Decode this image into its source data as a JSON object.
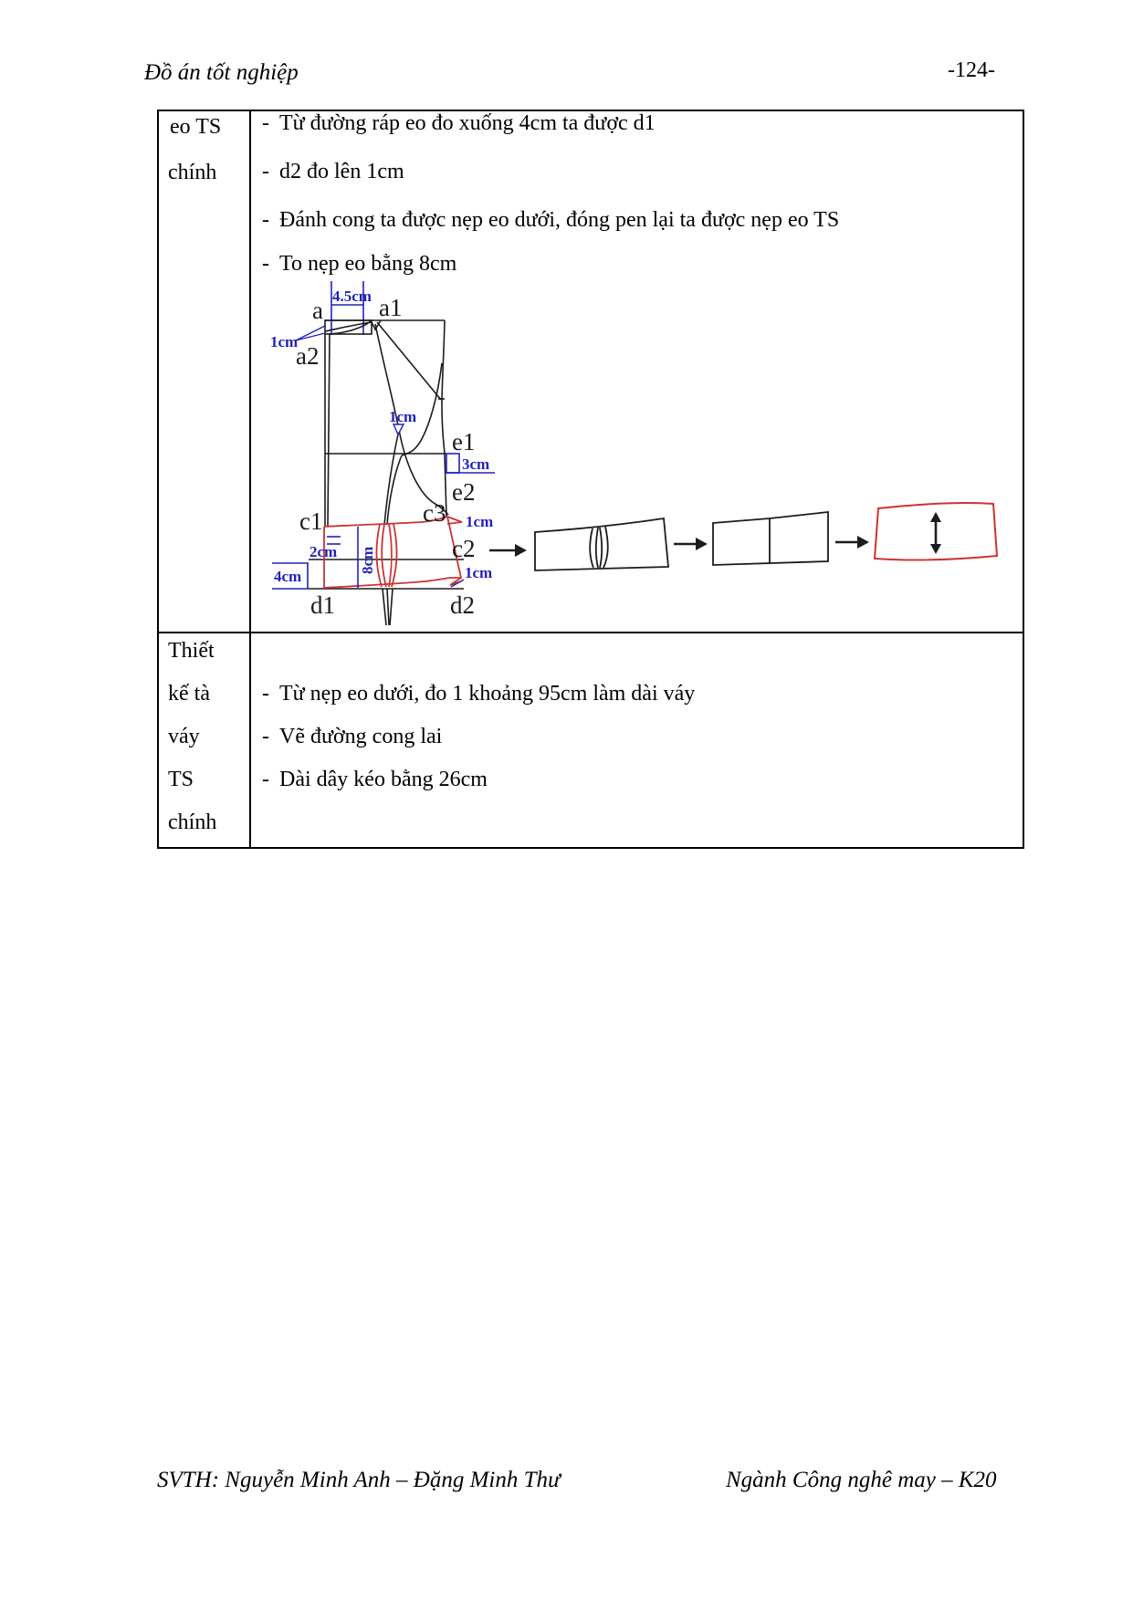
{
  "header": {
    "title": "Đồ án tốt nghiệp",
    "page_number": "-124-"
  },
  "footer": {
    "left": "SVTH: Nguyễn Minh Anh – Đặng Minh Thư",
    "right": "Ngành Công nghê may – K20"
  },
  "bullet_marker": "-",
  "table": {
    "rows": [
      {
        "label_lines": [
          "eo TS",
          "chính"
        ],
        "bullets": [
          "Từ đường ráp eo đo xuống 4cm ta được d1",
          "d2 đo lên 1cm",
          "Đánh cong ta được nẹp eo dưới, đóng pen lại ta được nẹp eo TS",
          "To nẹp eo bằng 8cm"
        ]
      },
      {
        "label_lines": [
          "Thiết",
          "kế tà",
          "váy",
          "TS",
          "chính"
        ],
        "bullets": [
          "Từ nẹp eo dưới, đo 1 khoảng 95cm làm dài váy",
          "Vẽ đường cong lai",
          "Dài dây kéo bằng 26cm"
        ]
      }
    ]
  },
  "diagram": {
    "labels": {
      "a": "a",
      "a1": "a1",
      "a2": "a2",
      "e1": "e1",
      "e2": "e2",
      "c1": "c1",
      "c2": "c2",
      "c3": "c3",
      "d1": "d1",
      "d2": "d2"
    },
    "measurements": {
      "top_width": "4.5cm",
      "fold": "1cm",
      "mid_dart": "1cm",
      "side": "3cm",
      "c3_offset": "1cm",
      "band_left": "2cm",
      "band_height": "8cm",
      "below": "4cm",
      "d2_offset": "1cm"
    },
    "colors": {
      "annotation_blue": "#2222bb",
      "pattern_red": "#cc3333",
      "line_black": "#1c1c1c"
    }
  }
}
